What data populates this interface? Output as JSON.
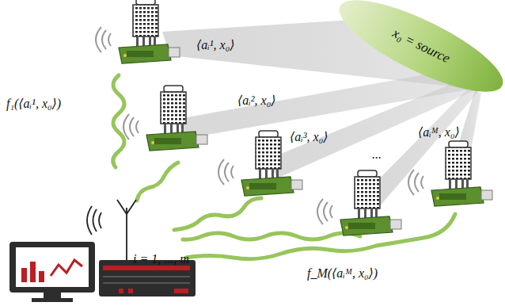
{
  "diagram": {
    "nodes": [
      {
        "text": [
          "x₀ = source"
        ]
      }
    ],
    "labels": [
      "⟨aᵢ¹, x₀⟩",
      "⟨aᵢ², x₀⟩",
      "⟨aᵢ³, x₀⟩",
      "...",
      "⟨aᵢᴹ, x₀⟩",
      "f₁(⟨aᵢ¹, x₀⟩)",
      "f_M(⟨aᵢᴹ, x₀⟩)",
      "i = 1, ..., m"
    ]
  }
}
